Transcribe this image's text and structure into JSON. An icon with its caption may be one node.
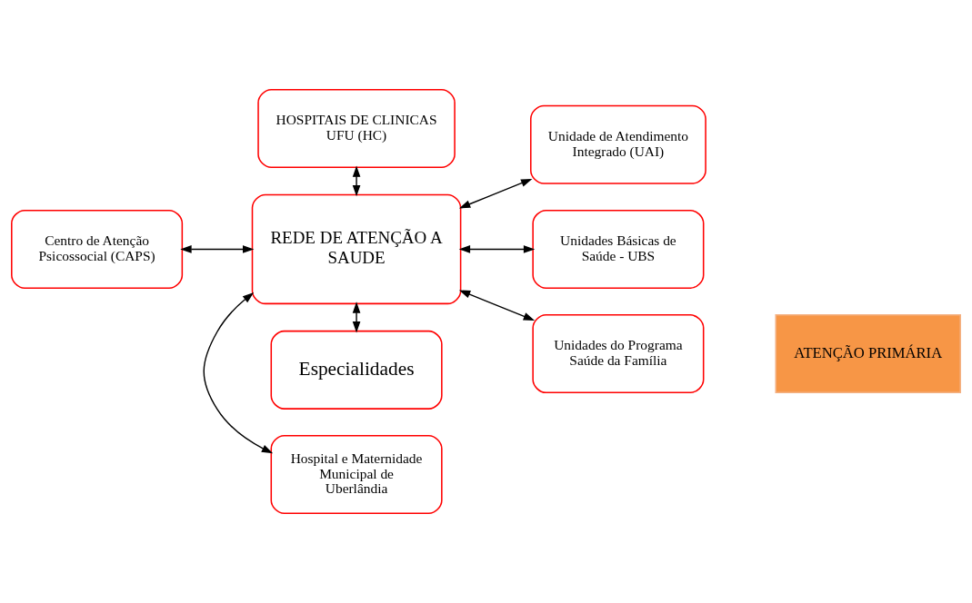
{
  "diagram": {
    "nodes": [
      {
        "text": [
          "HOSPITAIS DE CLINICAS UFU (HC)"
        ]
      },
      {
        "text": [
          "Centro de Atenção Psicossocial (CAPS)"
        ]
      },
      {
        "text": [
          "REDE DE ATENÇÃO A SAUDE"
        ]
      },
      {
        "text": [
          "Unidade de Atendimento Integrado (UAI)"
        ]
      },
      {
        "text": [
          "Unidades Básicas de Saúde - UBS"
        ]
      },
      {
        "text": [
          "Unidades do Programa Saúde da Família"
        ]
      },
      {
        "text": [
          "Especialidades"
        ]
      },
      {
        "text": [
          "Hospital e Maternidade Municipal de Uberlândia"
        ]
      },
      {
        "text": [
          "ATENÇÃO PRIMÁRIA"
        ]
      }
    ],
    "edges": [
      {
        "from": 2,
        "to": 0,
        "arrow": "both"
      },
      {
        "from": 1,
        "to": 2,
        "arrow": "both"
      },
      {
        "from": 2,
        "to": 3,
        "arrow": "both"
      },
      {
        "from": 2,
        "to": 4,
        "arrow": "both"
      },
      {
        "from": 2,
        "to": 5,
        "arrow": "both"
      },
      {
        "from": 2,
        "to": 6,
        "arrow": "both"
      },
      {
        "from": 2,
        "to": 7,
        "arrow": "both"
      }
    ]
  }
}
